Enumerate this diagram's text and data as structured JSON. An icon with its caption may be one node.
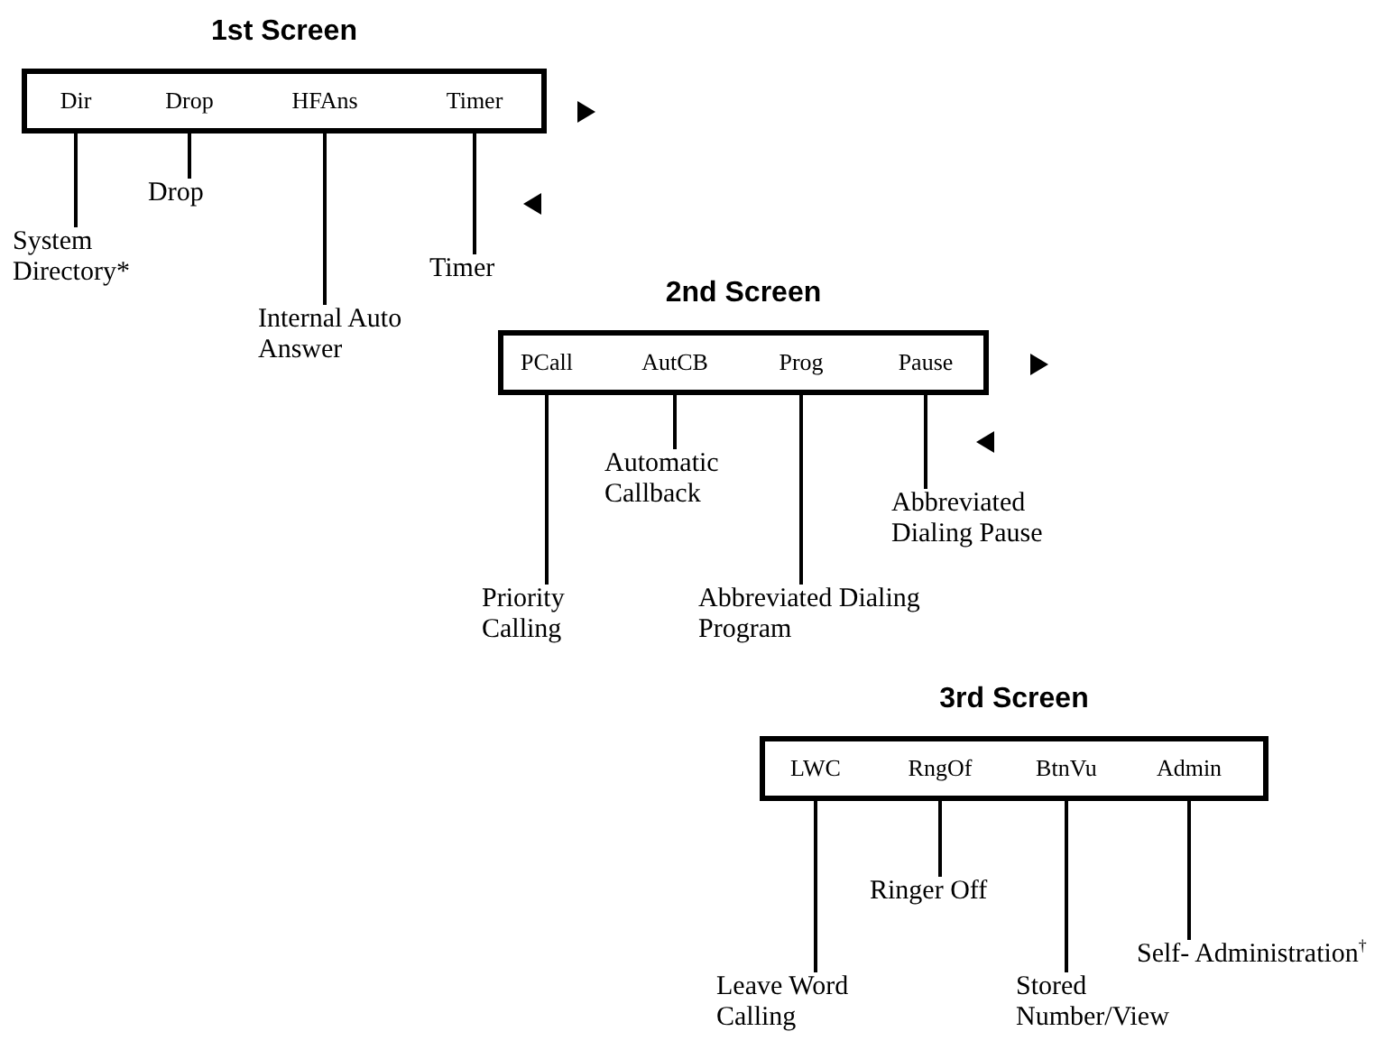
{
  "diagram": {
    "nodes": [
      {
        "text": [
          "1st Screen"
        ]
      },
      {
        "text": [
          "Dir"
        ],
        "in": 0
      },
      {
        "text": [
          "Drop"
        ],
        "in": 0
      },
      {
        "text": [
          "HFAns"
        ],
        "in": 0
      },
      {
        "text": [
          "Timer"
        ],
        "in": 0
      },
      {
        "text": [
          "Drop"
        ]
      },
      {
        "text": [
          "System Directory*"
        ]
      },
      {
        "text": [
          "Timer"
        ]
      },
      {
        "text": [
          "Internal Auto Answer"
        ]
      },
      {
        "text": [
          "2nd Screen"
        ]
      },
      {
        "text": [
          "PCall"
        ],
        "in": 9
      },
      {
        "text": [
          "AutCB"
        ],
        "in": 9
      },
      {
        "text": [
          "Prog"
        ],
        "in": 9
      },
      {
        "text": [
          "Pause"
        ],
        "in": 9
      },
      {
        "text": [
          "Automatic Callback"
        ]
      },
      {
        "text": [
          "Abbreviated Dialing Pause"
        ]
      },
      {
        "text": [
          "Priority Calling"
        ]
      },
      {
        "text": [
          "Abbreviated Dialing Program"
        ]
      },
      {
        "text": [
          "3rd Screen"
        ]
      },
      {
        "text": [
          "LWC"
        ],
        "in": 18
      },
      {
        "text": [
          "RngOf"
        ],
        "in": 18
      },
      {
        "text": [
          "BtnVu"
        ],
        "in": 18
      },
      {
        "text": [
          "Admin"
        ],
        "in": 18
      },
      {
        "text": [
          "Ringer Off"
        ]
      },
      {
        "text": [
          "Self- Administration$^{†}$"
        ]
      },
      {
        "text": [
          "Leave Word Calling"
        ]
      },
      {
        "text": [
          "Stored Number/View"
        ]
      }
    ],
    "edges": [
      {
        "from": 1,
        "to": 6,
        "arrow": "none"
      },
      {
        "from": 2,
        "to": 5,
        "arrow": "none"
      },
      {
        "from": 3,
        "to": 8,
        "arrow": "none"
      },
      {
        "from": 4,
        "to": 7,
        "arrow": "none"
      },
      {
        "from": 10,
        "to": 16,
        "arrow": "none"
      },
      {
        "from": 11,
        "to": 14,
        "arrow": "none"
      },
      {
        "from": 12,
        "to": 17,
        "arrow": "none"
      },
      {
        "from": 13,
        "to": 15,
        "arrow": "none"
      },
      {
        "from": 19,
        "to": 25,
        "arrow": "none"
      },
      {
        "from": 20,
        "to": 23,
        "arrow": "none"
      },
      {
        "from": 21,
        "to": 26,
        "arrow": "none"
      },
      {
        "from": 22,
        "to": 24,
        "arrow": "none"
      }
    ]
  }
}
